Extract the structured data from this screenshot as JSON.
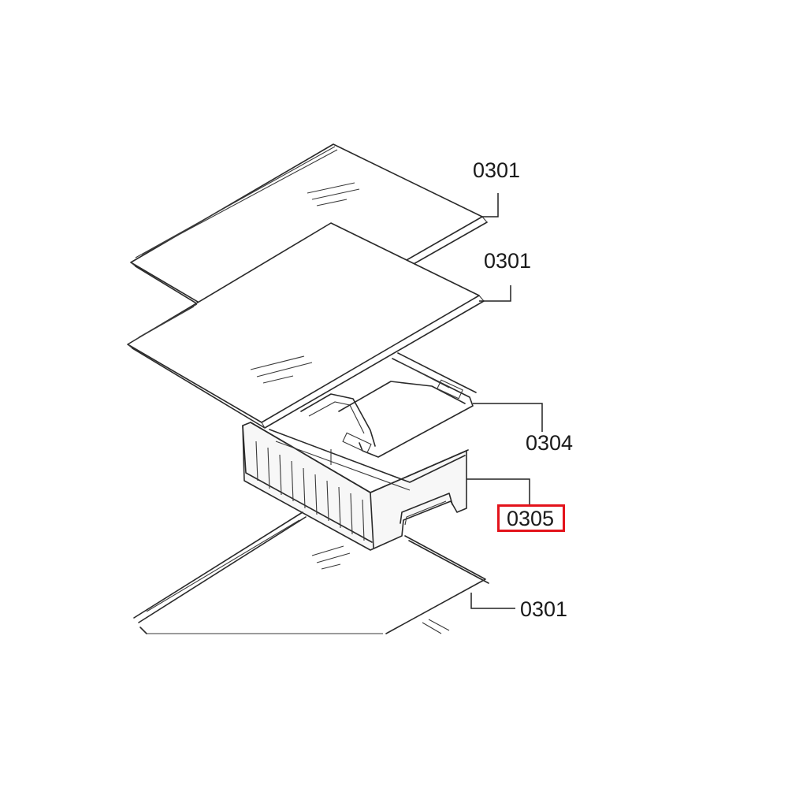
{
  "diagram": {
    "callouts": [
      {
        "id": "shelf-top",
        "label": "0301",
        "highlighted": false
      },
      {
        "id": "shelf-middle",
        "label": "0301",
        "highlighted": false
      },
      {
        "id": "drawer-frame",
        "label": "0304",
        "highlighted": false
      },
      {
        "id": "crisper-drawer",
        "label": "0305",
        "highlighted": true
      },
      {
        "id": "shelf-bottom",
        "label": "0301",
        "highlighted": false
      }
    ],
    "colors": {
      "line": "#2a2a2a",
      "highlight": "#e3131b",
      "background": "#ffffff"
    }
  }
}
